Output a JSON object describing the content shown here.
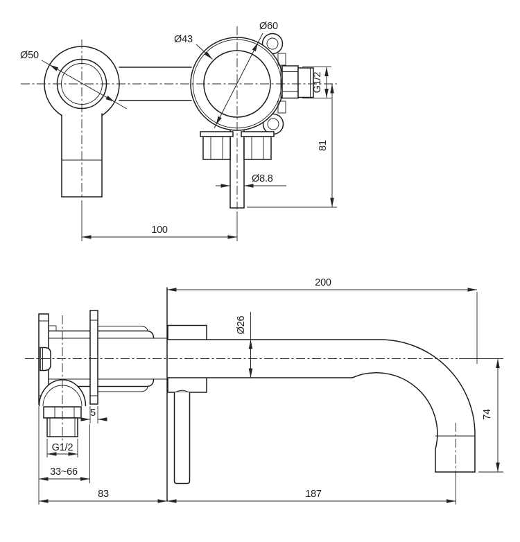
{
  "page": {
    "title": "Wall-mounted basin mixer technical drawing",
    "background": "#ffffff",
    "line_color": "#1c1c1c"
  },
  "labels": {
    "front_view": {
      "handle_diameter": "Ø50",
      "body_diameter": "Ø43",
      "rosette_diameter": "Ø60",
      "thread": "G1/2",
      "inlet_height": "81",
      "pipe_diameter": "Ø8.8",
      "center_distance": "100"
    },
    "side_view": {
      "spout_reach": "200",
      "spout_diameter": "Ø26",
      "plate_thickness": "5",
      "thread": "G1/2",
      "wall_depth_range": "33~66",
      "body_length": "83",
      "spout_length": "187",
      "spout_drop": "74"
    }
  }
}
